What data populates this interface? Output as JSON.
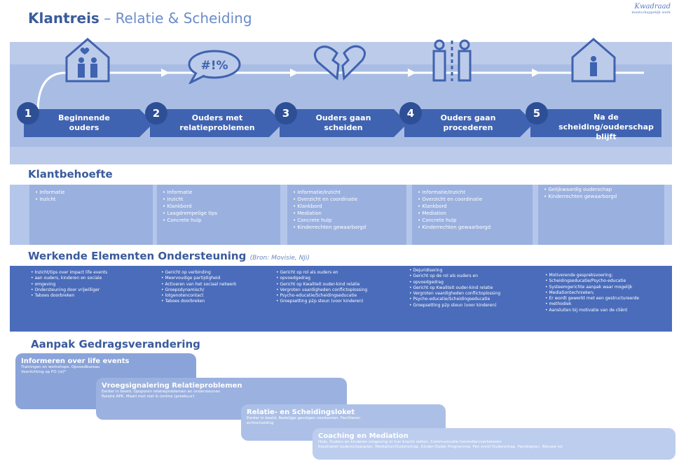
{
  "header": {
    "title_main": "Klantreis",
    "title_sep": " – ",
    "title_sub": "Relatie & Scheiding",
    "logo_text": "Kwadraad",
    "logo_small": "maatschappelijk werk"
  },
  "journey": {
    "stages": [
      {
        "num": "1",
        "label": "Beginnende ouders",
        "icon": "house-couple-icon"
      },
      {
        "num": "2",
        "label": "Ouders met relatieproblemen",
        "icon": "speech-bubble-icon",
        "bubble_text": "#!%"
      },
      {
        "num": "3",
        "label": "Ouders gaan scheiden",
        "icon": "broken-heart-icon"
      },
      {
        "num": "4",
        "label": "Ouders gaan procederen",
        "icon": "separated-couple-icon"
      },
      {
        "num": "5",
        "label": "Na de scheiding/ouderschap blijft",
        "icon": "house-single-icon"
      }
    ]
  },
  "klantbehoefte": {
    "title": "Klantbehoefte",
    "columns": [
      [
        "Informatie",
        "Inzicht"
      ],
      [
        "Informatie",
        "Inzicht",
        "Klankbord",
        "Laagdrempelige tips",
        "Concrete hulp"
      ],
      [
        "Informatie/Inzicht",
        "Overzicht en coordinatie",
        "Klankbord",
        "Mediation",
        "Concrete hulp",
        "Kinderrechten gewaarborgd"
      ],
      [
        "Informatie/Inzicht",
        "  Overzicht en coordinatie",
        "Klankbord",
        "Mediation",
        "Concrete hulp",
        "Kinderrechten gewaarborgd"
      ],
      [
        "Gelijkwaardig ouderschap",
        "Kinderrechten gewaarborgd"
      ]
    ]
  },
  "werkende_elementen": {
    "title": "Werkende Elementen Ondersteuning",
    "source_note": "(Bron: Movisie, NJi)",
    "columns": [
      [
        "Inzicht/tips over impact life events",
        "aan ouders, kinderen en sociale",
        "omgeving",
        "Ondersteuning door vrijwilliger",
        "Taboes doorbreken"
      ],
      [
        "Gericht op verbinding",
        "Meervoudige partijdigheid",
        "Activeren van het sociaal netwerk",
        "Groepsdynamisch/",
        "lotgenotencontact",
        "Taboes doorbreken"
      ],
      [
        "Gericht op rol als ouders en",
        "opvoedgedrag",
        "Gericht op Kwaliteit ouder-kind relatie",
        "Vergroten vaardigheden conflictoplossing",
        "Psycho-educatie/Scheidingseducatie",
        "Groepsetting p2p steun (voor kinderen)"
      ],
      [
        "Dejuridisering",
        "Gericht op de rol als ouders en",
        "opvoedgedrag",
        "Gericht op Kwaliteit ouder-kind relatie",
        "Vergroten vaardigheden conflictoplossing",
        "Psycho-educatie/Scheidingseducatie",
        "Groepsetting p2p steun (voor kinderen)"
      ],
      [
        "Motiverende gespreksvoering;",
        "Scheidingseducatie/Psycho-educatie",
        "Systeemgerichte aanpak waar mogelijk",
        "Mediationtechnieken;",
        " Er wordt gewerkt met een gestructureerde",
        "methodiek",
        "Aansluiten bij motivatie van de cliënt"
      ]
    ]
  },
  "aanpak": {
    "title": "Aanpak Gedragsverandering",
    "steps": [
      {
        "title": "Informeren over life events",
        "desc": [
          "Trainingen en workshops. Opvoedbureau",
          "Voorlichting op PO (ol)*"
        ]
      },
      {
        "title": "Vroegsignalering Relatieproblemen",
        "desc": [
          "Eerder in beeld. Opsporen relatieproblemen en ondersteunen",
          "Relatie APK. Maatl met niet & (online )preekuur)"
        ]
      },
      {
        "title": "Relatie- en Scheidingsloket",
        "desc": [
          "Eerder in beeld. Redelijge gevolgen voorkomen. Faciliteren",
          "echtscheiding"
        ]
      },
      {
        "title": "Coaching en Mediation",
        "desc": [
          "Hulp, Ouders en kinderen omgeving in hun kracht zetten. Communicatie herstellen/verbeteren",
          "Kwalitatief ouderschapsplan. Mediation/Ouderschap. Kinder-Ouder Programma. Pen en/of Ouderschap. Familieplan. Nieuwe rol"
        ]
      }
    ]
  },
  "colors": {
    "primary": "#3f63b0",
    "light_band": "#bccbe9",
    "column_fill": "#9ab0df",
    "dark_row": "#4a6cbb",
    "step_fills": [
      "#8aa3d9",
      "#9bb1e0",
      "#acc0e7",
      "#bccdee"
    ]
  }
}
